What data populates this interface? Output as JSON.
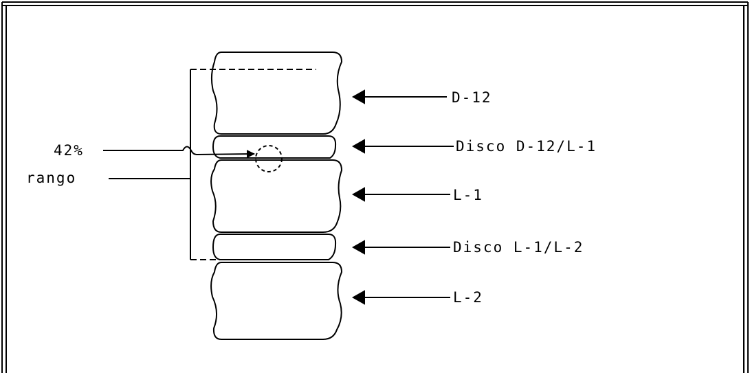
{
  "labels": {
    "left_percent": "42%",
    "left_range": "rango",
    "d12": "D-12",
    "disc_d12_l1": "Disco D-12/L-1",
    "l1": "L-1",
    "disc_l1_l2": "Disco L-1/L-2",
    "l2": "L-2"
  },
  "colors": {
    "ink": "#000000",
    "paper": "#ffffff"
  }
}
